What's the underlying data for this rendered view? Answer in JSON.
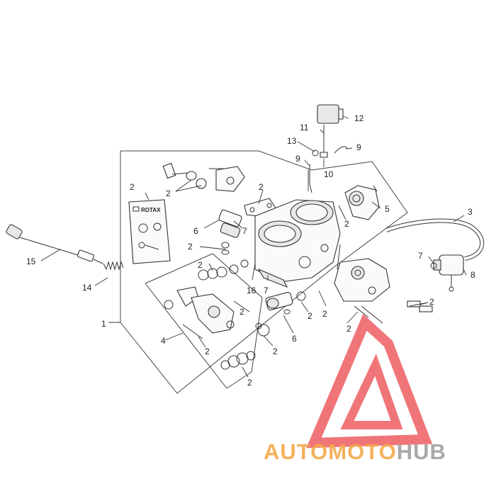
{
  "diagram": {
    "callouts": {
      "c1": "1",
      "c2a": "2",
      "c2b": "2",
      "c2c": "2",
      "c2d": "2",
      "c2e": "2",
      "c2f": "2",
      "c2g": "2",
      "c2h": "2",
      "c2i": "2",
      "c2j": "2",
      "c2k": "2",
      "c2l": "2",
      "c2m": "2",
      "c3": "3",
      "c4": "4",
      "c5": "5",
      "c6a": "6",
      "c6b": "6",
      "c7a": "7",
      "c7b": "7",
      "c7c": "7",
      "c8": "8",
      "c9a": "9",
      "c9b": "9",
      "c10": "10",
      "c11": "11",
      "c12": "12",
      "c13": "13",
      "c14": "14",
      "c15": "15",
      "c16": "16"
    },
    "kit_label": "ROTAX"
  },
  "watermark": {
    "brand_part1": "AUTOMOTO",
    "brand_part2": "HUB",
    "colors": {
      "orange": "#f4a94a",
      "gray": "#a9a9a9",
      "red": "#e8343a"
    }
  }
}
